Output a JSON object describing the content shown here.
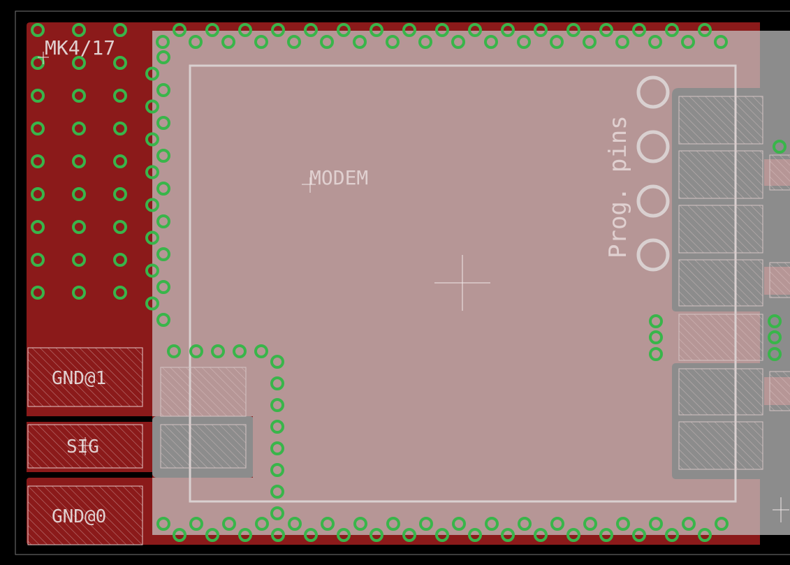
{
  "app": {
    "title": "PCB Layout Editor"
  },
  "colors": {
    "background": "#000000",
    "copper": "#8b1a1a",
    "module_fill": "#c8a0a0",
    "module_gray": "#8c8c8c",
    "via_ring": "#39b54a",
    "silkscreen": "#d9c9c9",
    "outline": "#9a9a9a"
  },
  "labels": {
    "board_name": "MK4/17",
    "modem": "MODEM",
    "prog_pins": "Prog. pins",
    "gnd1": "GND@1",
    "sig": "SIG",
    "gnd0": "GND@0"
  },
  "icons": [
    "origin-crosshair-icon",
    "via-icon",
    "pad-icon"
  ]
}
